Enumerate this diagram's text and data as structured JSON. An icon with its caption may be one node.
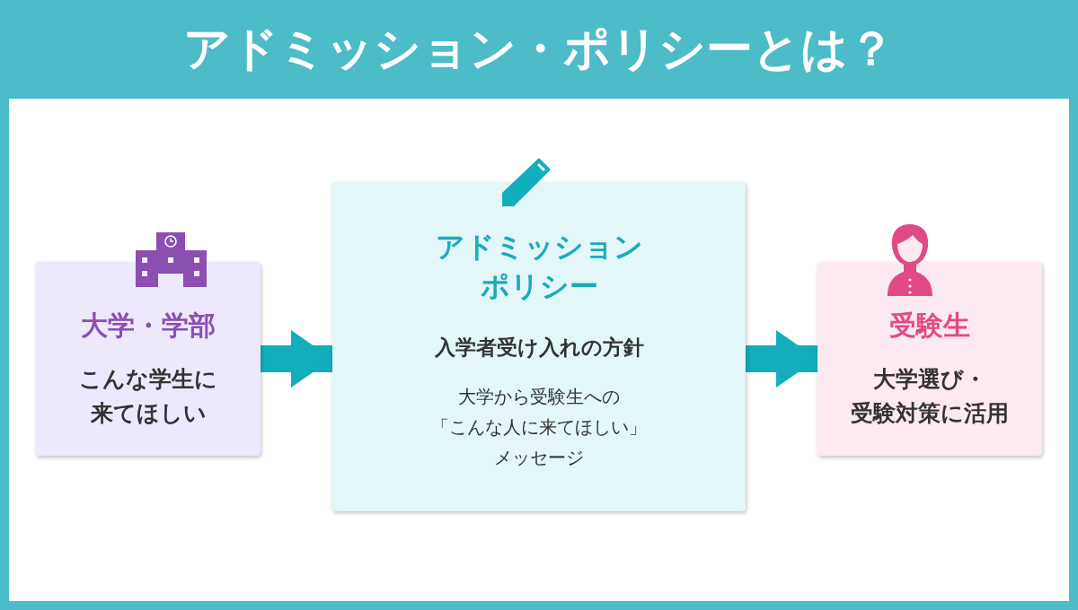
{
  "diagram": {
    "title": "アドミッション・ポリシーとは？",
    "nodes": [
      {
        "text": [
          "大学・学部",
          "こんな学生に来てほしい"
        ]
      },
      {
        "text": [
          "アドミッションポリシー",
          "入学者受け入れの方針",
          "大学から受験生への「こんな人に来てほしい」メッセージ"
        ]
      },
      {
        "text": [
          "受験生",
          "大学選び・受験対策に活用"
        ]
      }
    ],
    "edges": [
      {
        "from": 0,
        "to": 1,
        "arrow": "to"
      },
      {
        "from": 1,
        "to": 2,
        "arrow": "to"
      }
    ]
  }
}
